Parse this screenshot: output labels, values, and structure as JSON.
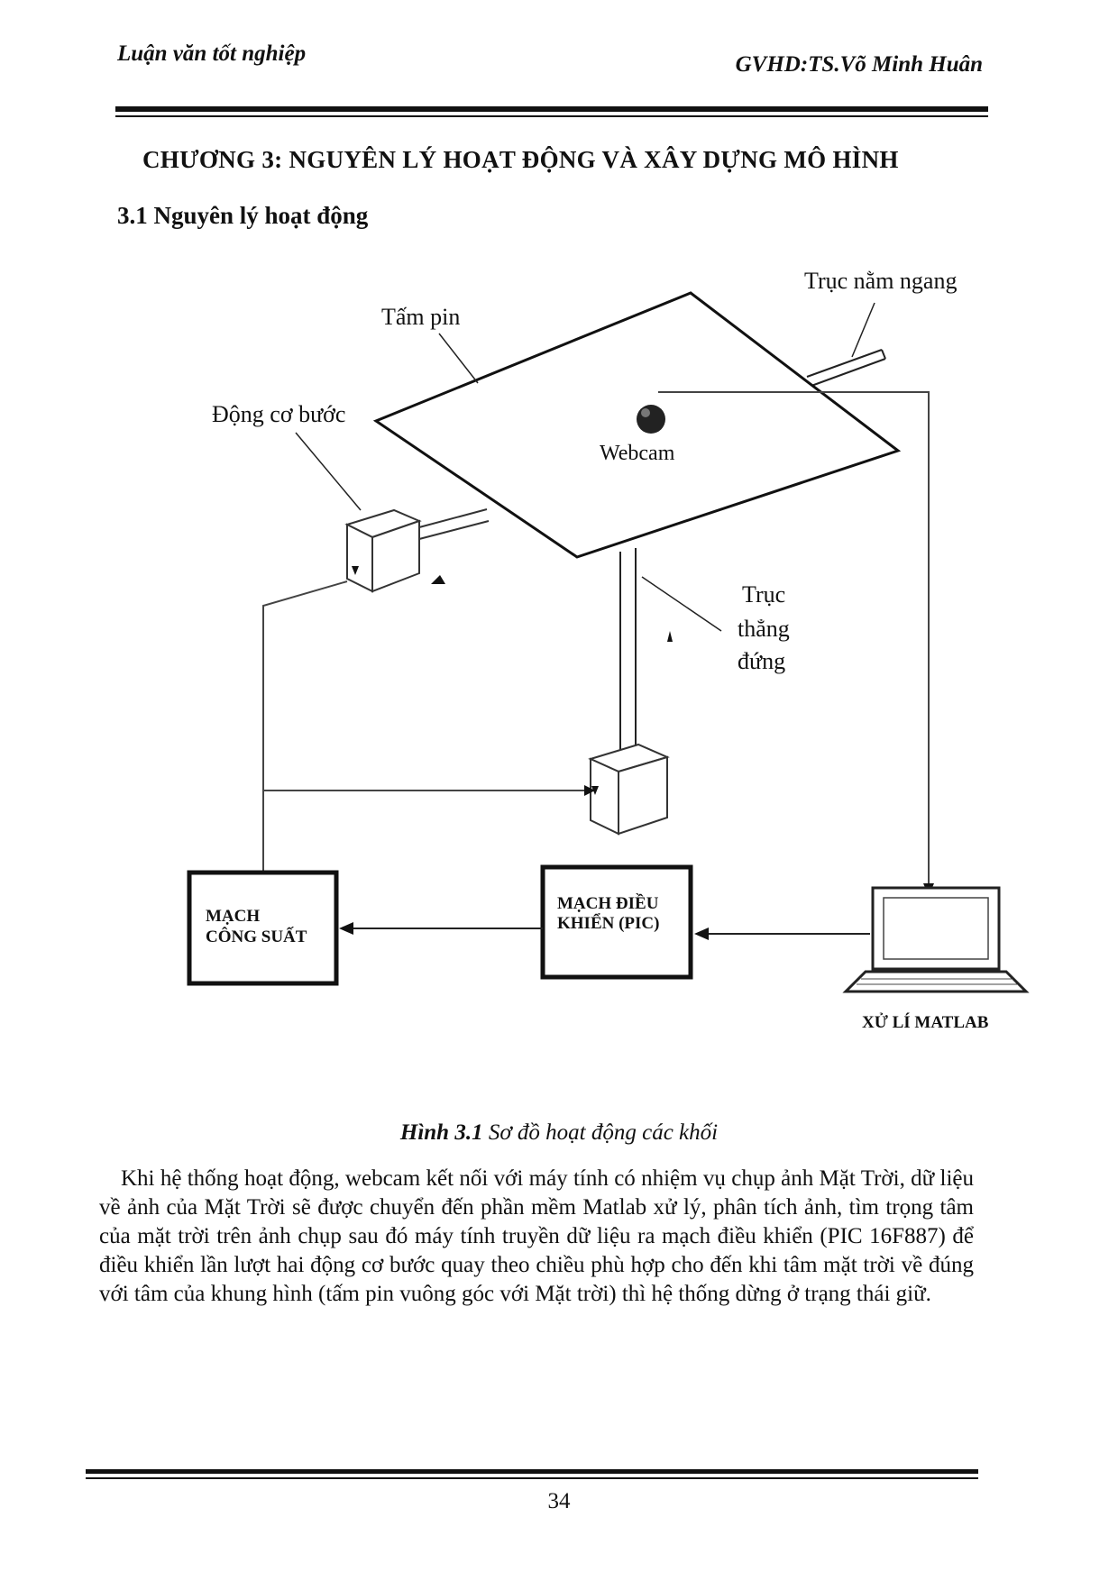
{
  "header": {
    "left": "Luận văn tốt nghiệp",
    "right": "GVHD:TS.Võ Minh Huân"
  },
  "chapter_title": "CHƯƠNG 3: NGUYÊN LÝ HOẠT ĐỘNG VÀ XÂY DỰNG MÔ HÌNH",
  "section_title": "3.1 Nguyên lý hoạt động",
  "diagram": {
    "labels": {
      "horizontal_axis": "Trục nằm ngang",
      "panel": "Tấm pin",
      "stepper_motor": "Động cơ bước",
      "webcam": "Webcam",
      "vertical_axis_line1": "Trục",
      "vertical_axis_line2": "thẳng",
      "vertical_axis_line3": "đứng",
      "power_circuit_line1": "MẠCH",
      "power_circuit_line2": "CÔNG SUẤT",
      "control_circuit_line1": "MẠCH ĐIỀU",
      "control_circuit_line2": "KHIỂN (PIC)",
      "matlab": "XỬ LÍ MATLAB"
    }
  },
  "caption": {
    "number": "Hình 3.1",
    "text": " Sơ đồ hoạt động các  khối"
  },
  "paragraph": "Khi hệ  thống hoạt động, webcam kết nối với máy tính có nhiệm vụ  chụp ảnh Mặt Trời, dữ liệu về ảnh của Mặt Trời sẽ được chuyển đến phần mềm Matlab xử  lý, phân tích ảnh, tìm trọng  tâm của mặt trời trên  ảnh chụp sau đó  máy tính  truyền dữ liệu  ra mạch điều khiển (PIC 16F887) để điều khiển lần lượt hai động cơ bước quay theo chiều phù hợp cho đến khi tâm mặt trời về  đúng với tâm của khung hình  (tấm pin vuông góc với Mặt trời) thì hệ thống dừng ở  trạng thái giữ.",
  "page_number": "34"
}
